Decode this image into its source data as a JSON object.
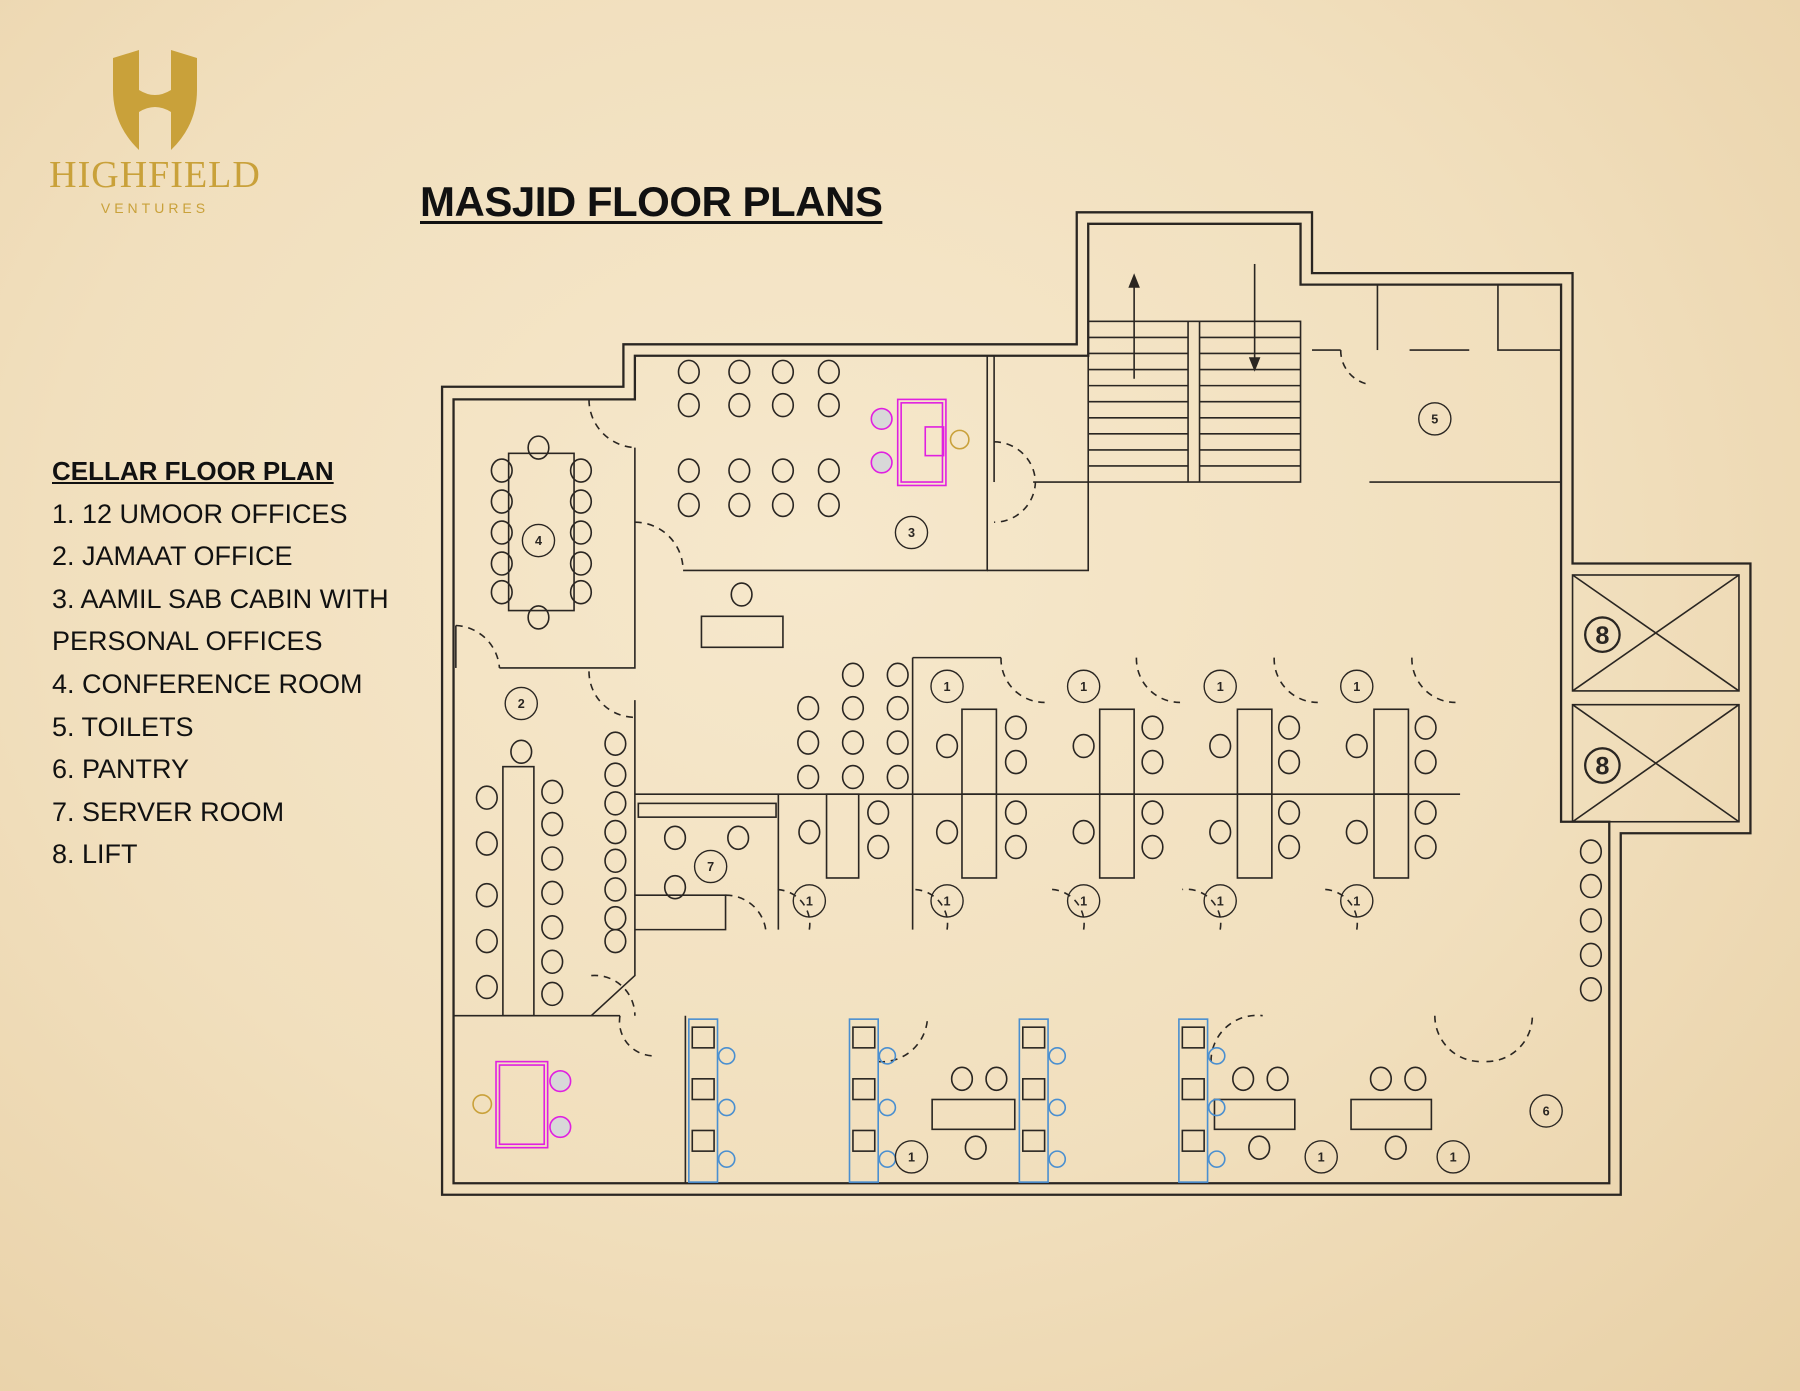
{
  "logo": {
    "brand": "HIGHFIELD",
    "sub": "VENTURES",
    "color": "#c9a13a"
  },
  "title": "MASJID FLOOR PLANS",
  "legend": {
    "heading": "CELLAR FLOOR PLAN",
    "items": [
      "1. 12 UMOOR OFFICES",
      "2. JAMAAT OFFICE",
      "3. AAMIL SAB CABIN WITH",
      "PERSONAL OFFICES",
      "4. CONFERENCE ROOM",
      "5. TOILETS",
      "6. PANTRY",
      "7. SERVER ROOM",
      "8. LIFT"
    ]
  },
  "plan": {
    "room_labels": [
      "1",
      "1",
      "1",
      "1",
      "1",
      "1",
      "1",
      "1",
      "1",
      "1",
      "1",
      "1",
      "2",
      "3",
      "4",
      "5",
      "6",
      "7",
      "8",
      "8"
    ],
    "colors": {
      "wall": "#2a2622",
      "highlight": "#e020e0",
      "workstation": "#4a8fd0",
      "accent": "#c9a13a"
    }
  }
}
